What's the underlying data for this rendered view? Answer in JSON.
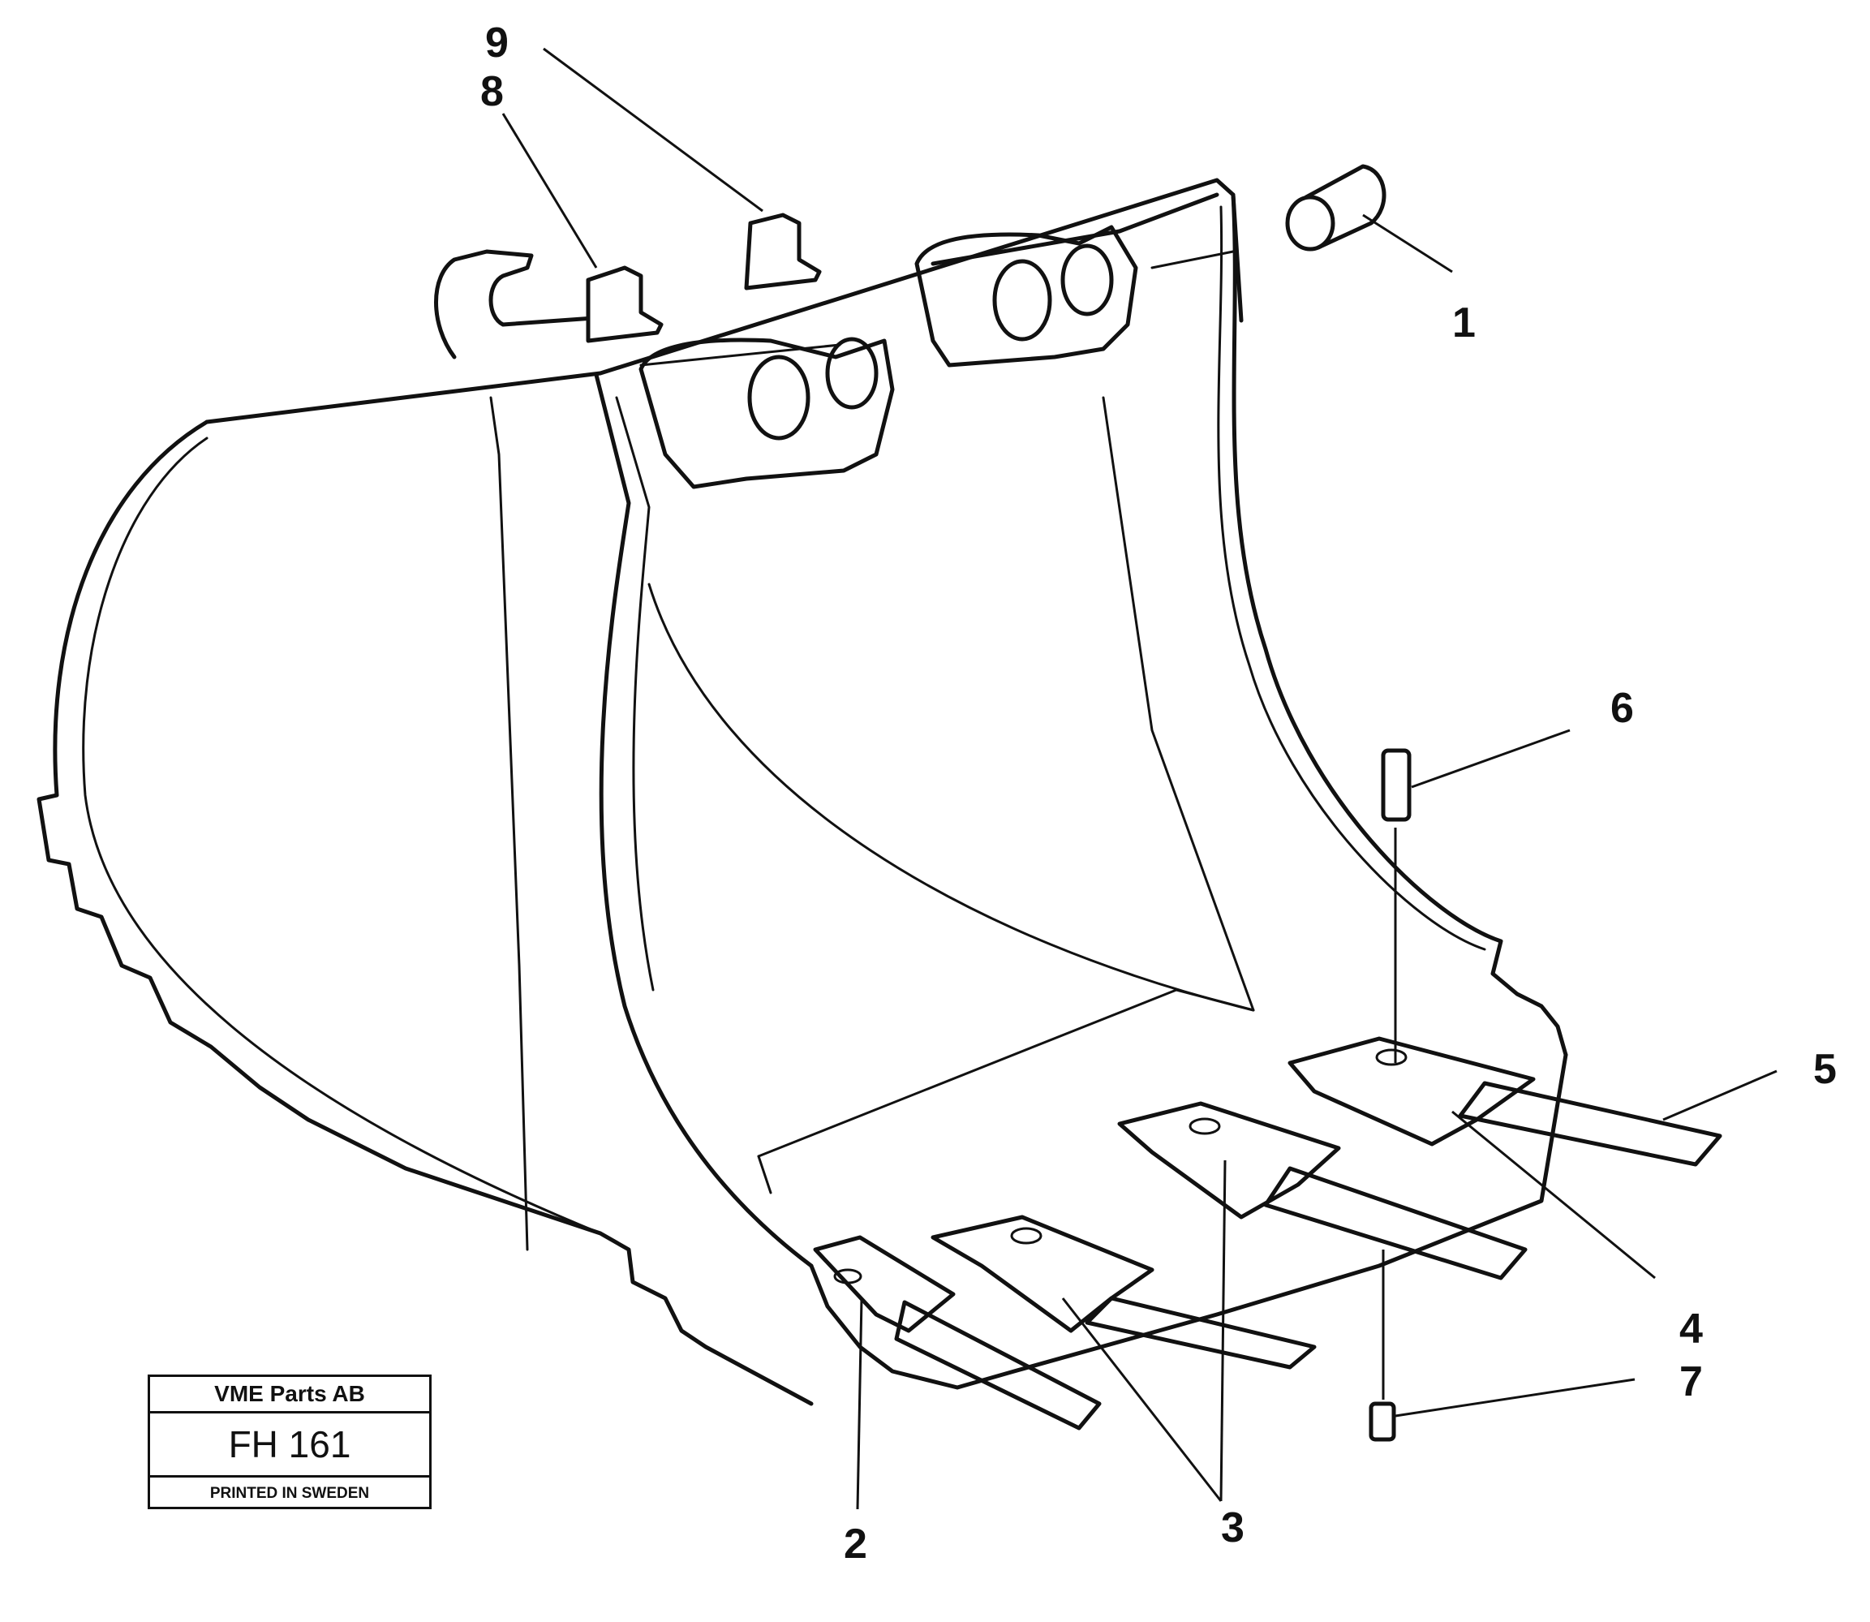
{
  "callouts": [
    {
      "id": "1",
      "label": "1"
    },
    {
      "id": "2",
      "label": "2"
    },
    {
      "id": "3",
      "label": "3"
    },
    {
      "id": "4",
      "label": "4"
    },
    {
      "id": "5",
      "label": "5"
    },
    {
      "id": "6",
      "label": "6"
    },
    {
      "id": "7",
      "label": "7"
    },
    {
      "id": "8",
      "label": "8"
    },
    {
      "id": "9",
      "label": "9"
    }
  ],
  "title_block": {
    "company": "VME Parts AB",
    "code": "FH 161",
    "footer": "PRINTED IN SWEDEN"
  }
}
